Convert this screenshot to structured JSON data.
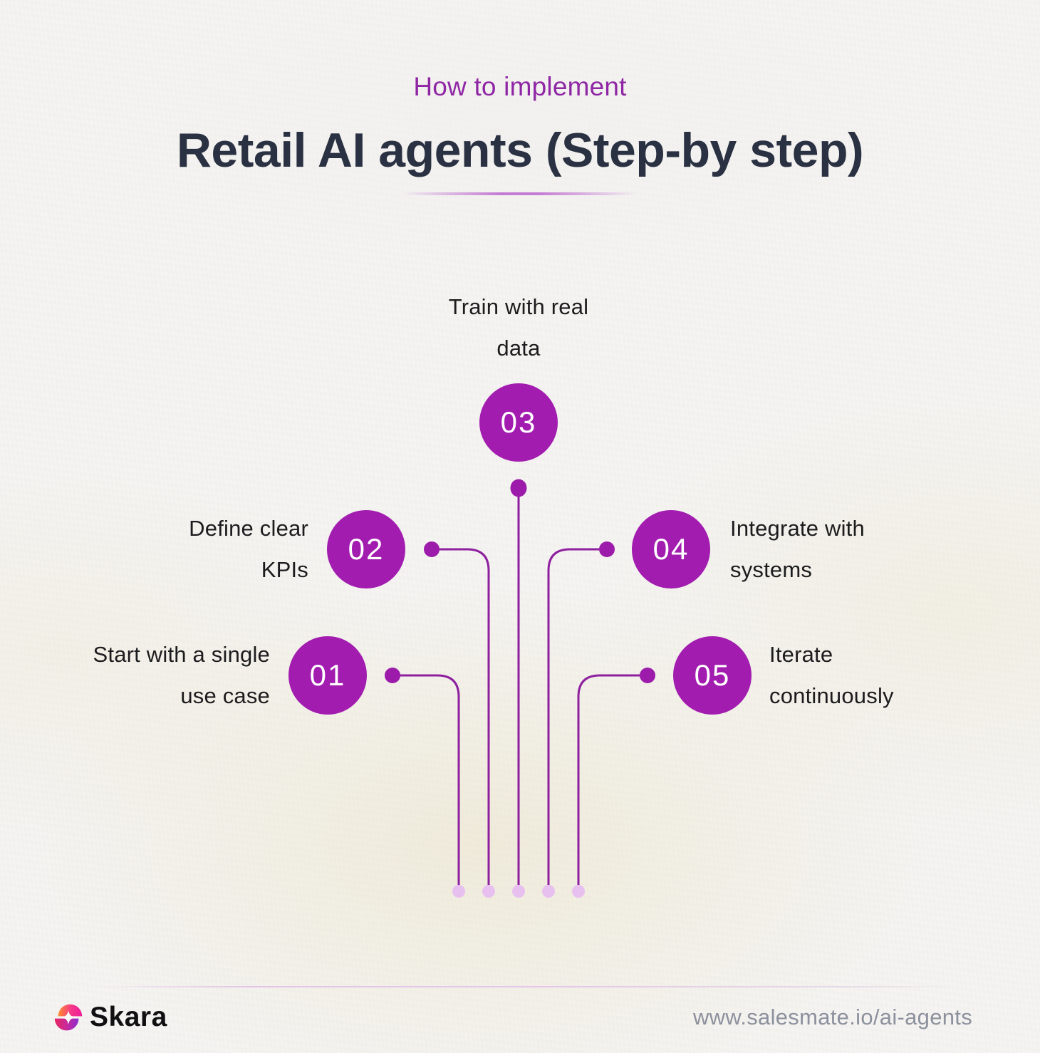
{
  "header": {
    "kicker": "How to implement",
    "title": "Retail AI agents (Step-by step)"
  },
  "steps": [
    {
      "number": "01",
      "label_lines": [
        "Start with a single",
        "use case"
      ],
      "side": "left"
    },
    {
      "number": "02",
      "label_lines": [
        "Define clear",
        "KPIs"
      ],
      "side": "left"
    },
    {
      "number": "03",
      "label_lines": [
        "Train with real",
        "data"
      ],
      "side": "top"
    },
    {
      "number": "04",
      "label_lines": [
        "Integrate with",
        "systems"
      ],
      "side": "right"
    },
    {
      "number": "05",
      "label_lines": [
        "Iterate",
        "continuously"
      ],
      "side": "right"
    }
  ],
  "footer": {
    "brand": "Skara",
    "url": "www.salesmate.io/ai-agents"
  },
  "icons": {
    "brand_icon": "skara-sparkle-orb"
  },
  "colors": {
    "background": "#f5f4f2",
    "kicker": "#8f27a5",
    "title": "#2a3142",
    "underline": "#c47bd3",
    "circle_fill": "#a21caf",
    "circle_text": "#ffffff",
    "connector_line": "#8e1f9e",
    "connector_dot": "#9c1baa",
    "end_dot": "#e7c0f0",
    "label_text": "#1c1c1e",
    "url_text": "#8c919d"
  }
}
